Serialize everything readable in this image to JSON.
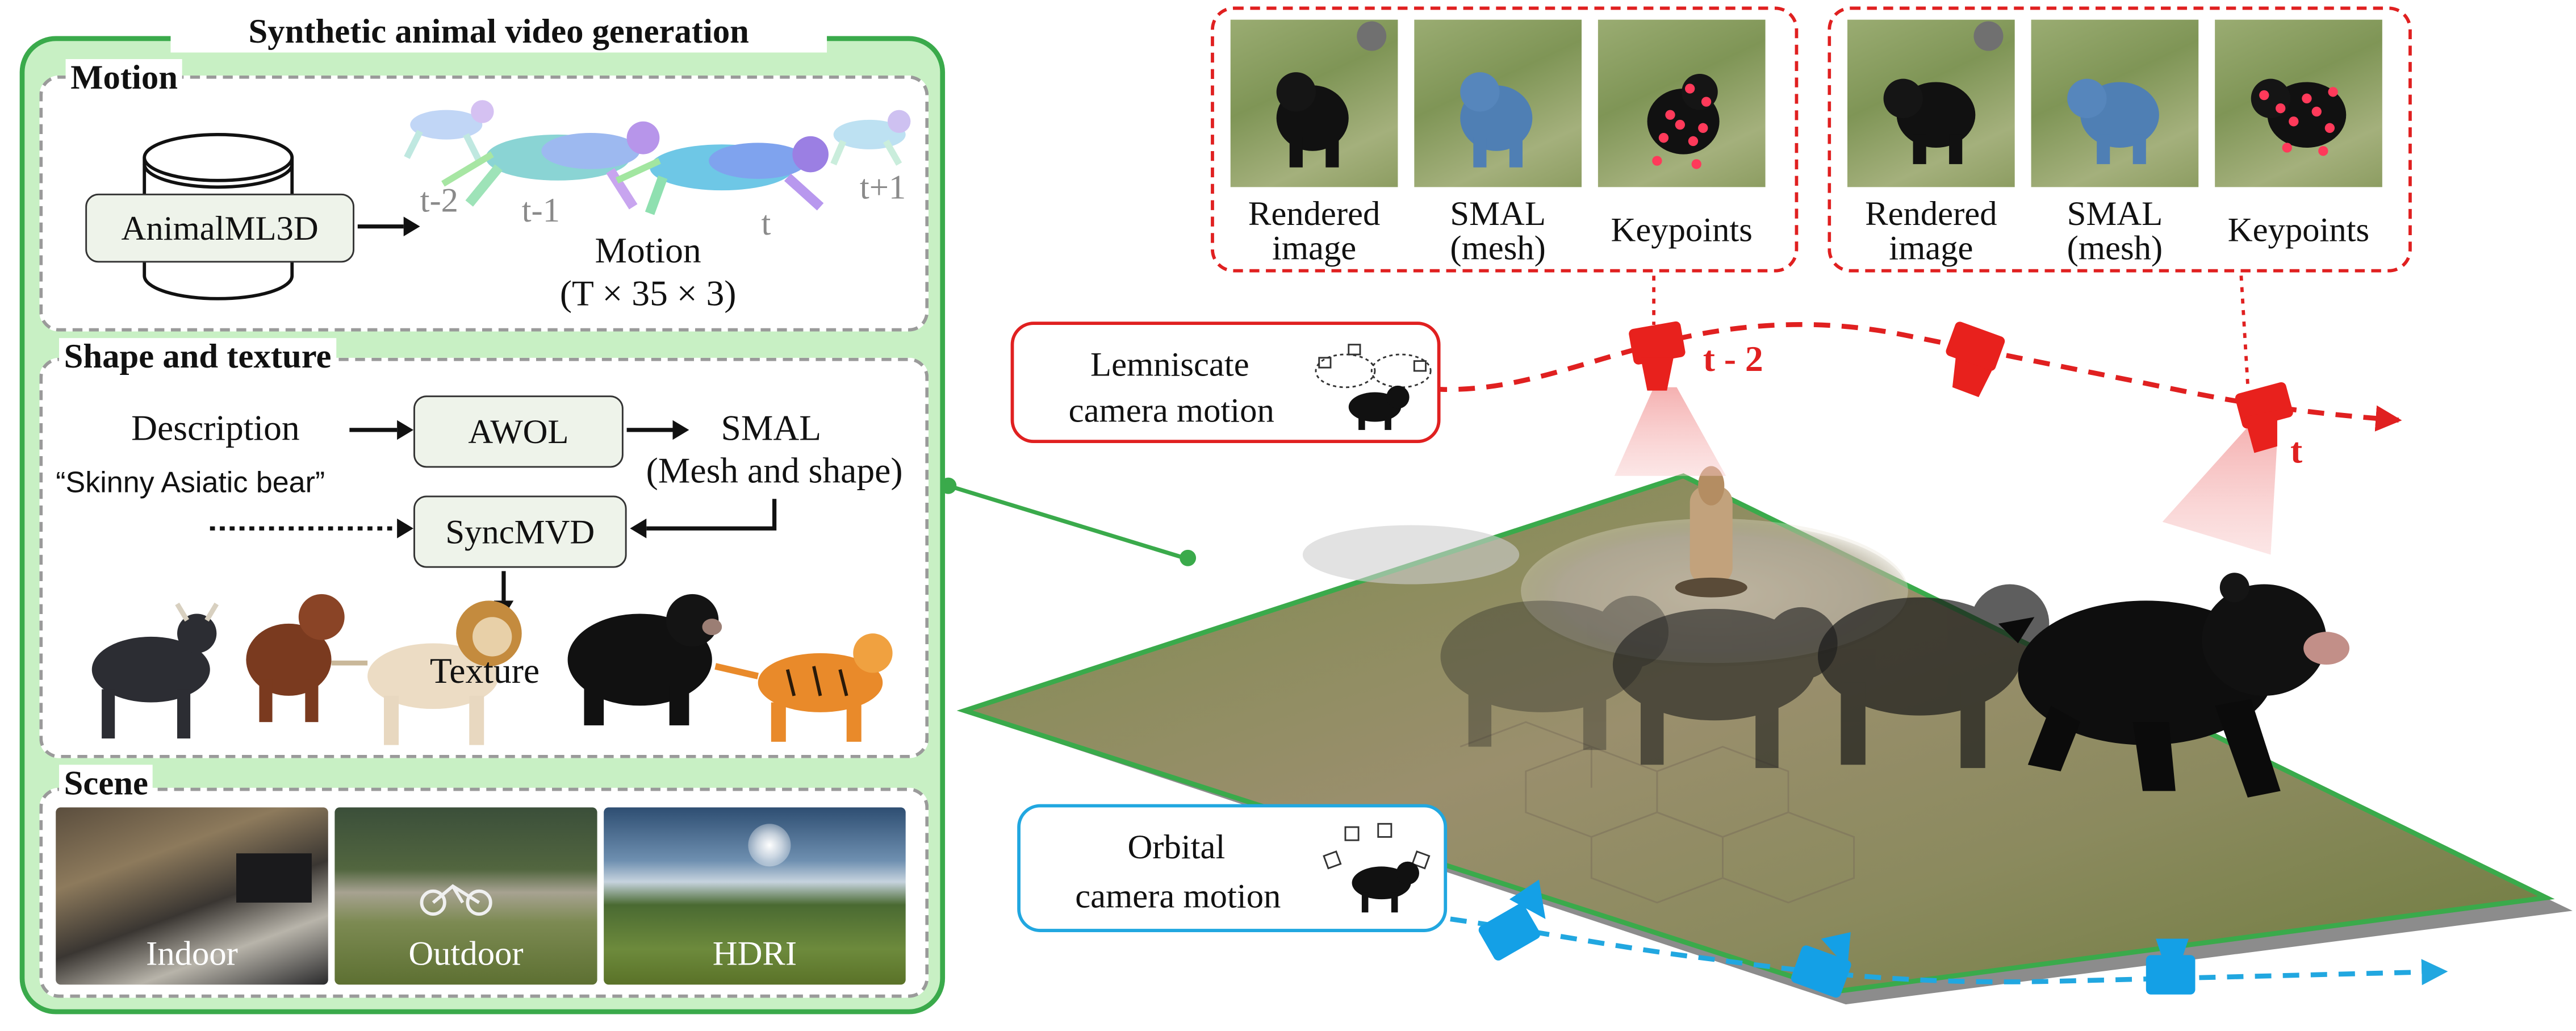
{
  "pipeline": {
    "title": "Synthetic animal video generation",
    "motion": {
      "label": "Motion",
      "source": "AnimalML3D",
      "frames": [
        "t-2",
        "t-1",
        "t",
        "t+1"
      ],
      "output_title": "Motion",
      "output_shape": "(T × 35 × 3)"
    },
    "shape_texture": {
      "label": "Shape and texture",
      "description_title": "Description",
      "description_example": "“Skinny Asiatic bear”",
      "awol": "AWOL",
      "smal_line1": "SMAL",
      "smal_line2": "(Mesh and shape)",
      "syncmvd": "SyncMVD",
      "texture_label": "Texture"
    },
    "scene": {
      "label": "Scene",
      "items": [
        "Indoor",
        "Outdoor",
        "HDRI"
      ]
    }
  },
  "outputs": {
    "groups": [
      {
        "items": [
          {
            "line1": "Rendered",
            "line2": "image"
          },
          {
            "line1": "SMAL",
            "line2": "(mesh)"
          },
          {
            "line1": "Keypoints",
            "line2": ""
          }
        ]
      },
      {
        "items": [
          {
            "line1": "Rendered",
            "line2": "image"
          },
          {
            "line1": "SMAL",
            "line2": "(mesh)"
          },
          {
            "line1": "Keypoints",
            "line2": ""
          }
        ]
      }
    ]
  },
  "camera": {
    "lemniscate_line1": "Lemniscate",
    "lemniscate_line2": "camera motion",
    "orbital_line1": "Orbital",
    "orbital_line2": "camera motion",
    "label_t2": "t - 2",
    "label_t": "t"
  },
  "colors": {
    "green": "#3aaa4b",
    "green_fill": "#c8f0c4",
    "red": "#e02020",
    "blue": "#21a7e0"
  }
}
